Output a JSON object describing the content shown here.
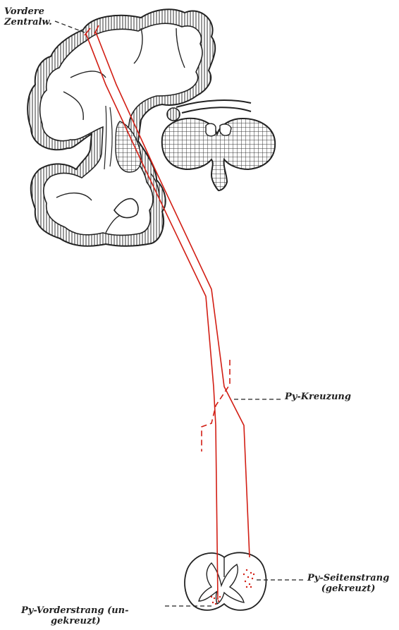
{
  "labels": {
    "vordere_zentralw": [
      "Vordere",
      "Zentralw."
    ],
    "py_kreuzung": "Py-Kreuzung",
    "py_seitenstrang": [
      "Py-Seitenstrang",
      "(gekreuzt)"
    ],
    "py_vorderstrang": [
      "Py-Vorderstrang  (un-",
      "gekreuzt)"
    ]
  },
  "colors": {
    "tract": "#d21e14",
    "ink": "#222222",
    "paper": "#ffffff"
  }
}
